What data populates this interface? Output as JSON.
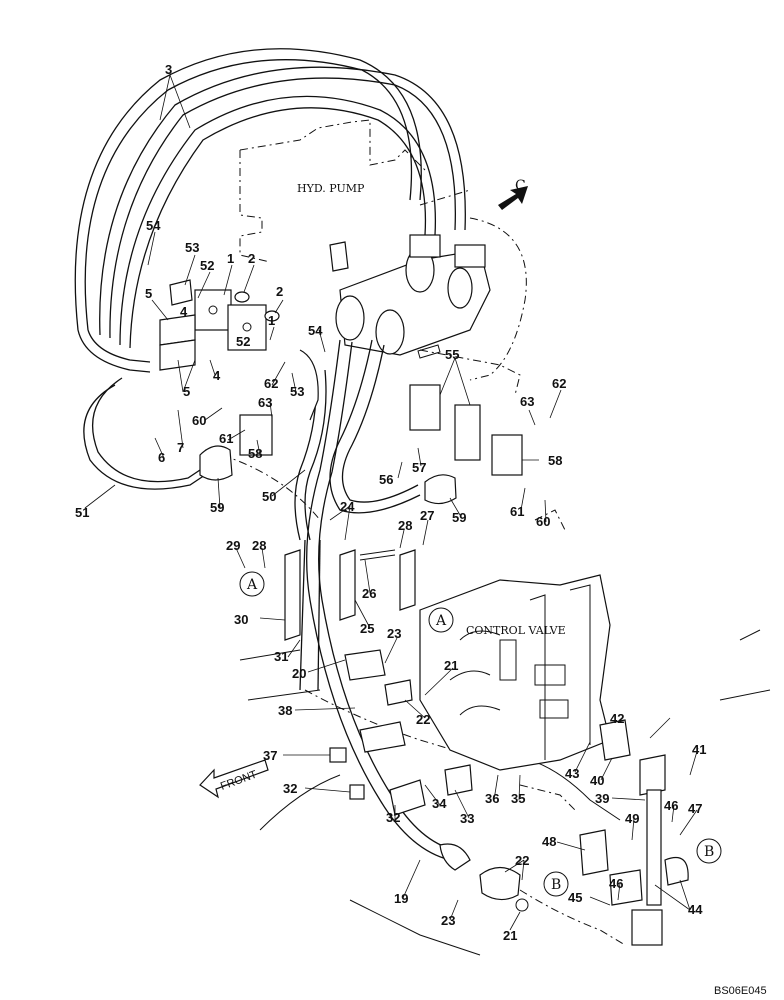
{
  "texts": {
    "hyd_pump": "HYD. PUMP",
    "control_valve": "CONTROL VALVE",
    "front": "FRONT",
    "view_c": "C",
    "ref_a": "A",
    "ref_b": "B",
    "drawing_code": "BS06E045"
  },
  "callouts": [
    "1",
    "2",
    "3",
    "4",
    "5",
    "6",
    "7",
    "19",
    "20",
    "21",
    "22",
    "23",
    "24",
    "25",
    "26",
    "27",
    "28",
    "29",
    "30",
    "31",
    "32",
    "33",
    "34",
    "35",
    "36",
    "37",
    "38",
    "39",
    "40",
    "41",
    "42",
    "43",
    "44",
    "45",
    "46",
    "47",
    "48",
    "49",
    "50",
    "51",
    "52",
    "53",
    "54",
    "55",
    "56",
    "57",
    "58",
    "59",
    "60",
    "61",
    "62",
    "63"
  ]
}
